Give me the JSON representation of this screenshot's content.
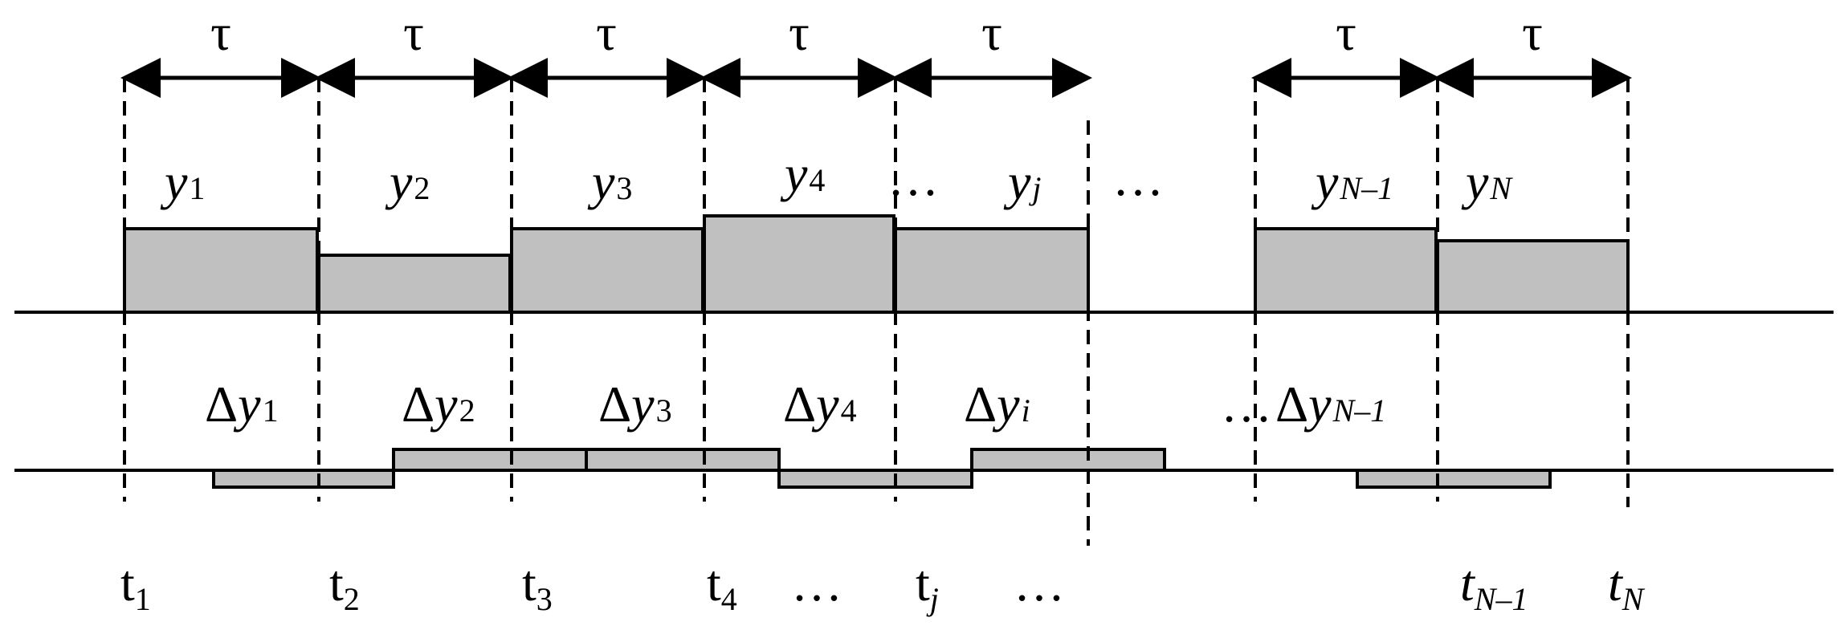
{
  "colors": {
    "fill": "#c0c0c0",
    "stroke": "#000000",
    "background": "#ffffff"
  },
  "tau": "τ",
  "ellipsis": "…",
  "delta": "Δ",
  "y_letter": "y",
  "t_letter": "t",
  "subs": {
    "one": "1",
    "two": "2",
    "three": "3",
    "four": "4",
    "j": "j",
    "Nm1": "N–1",
    "N": "N",
    "i": "i"
  }
}
